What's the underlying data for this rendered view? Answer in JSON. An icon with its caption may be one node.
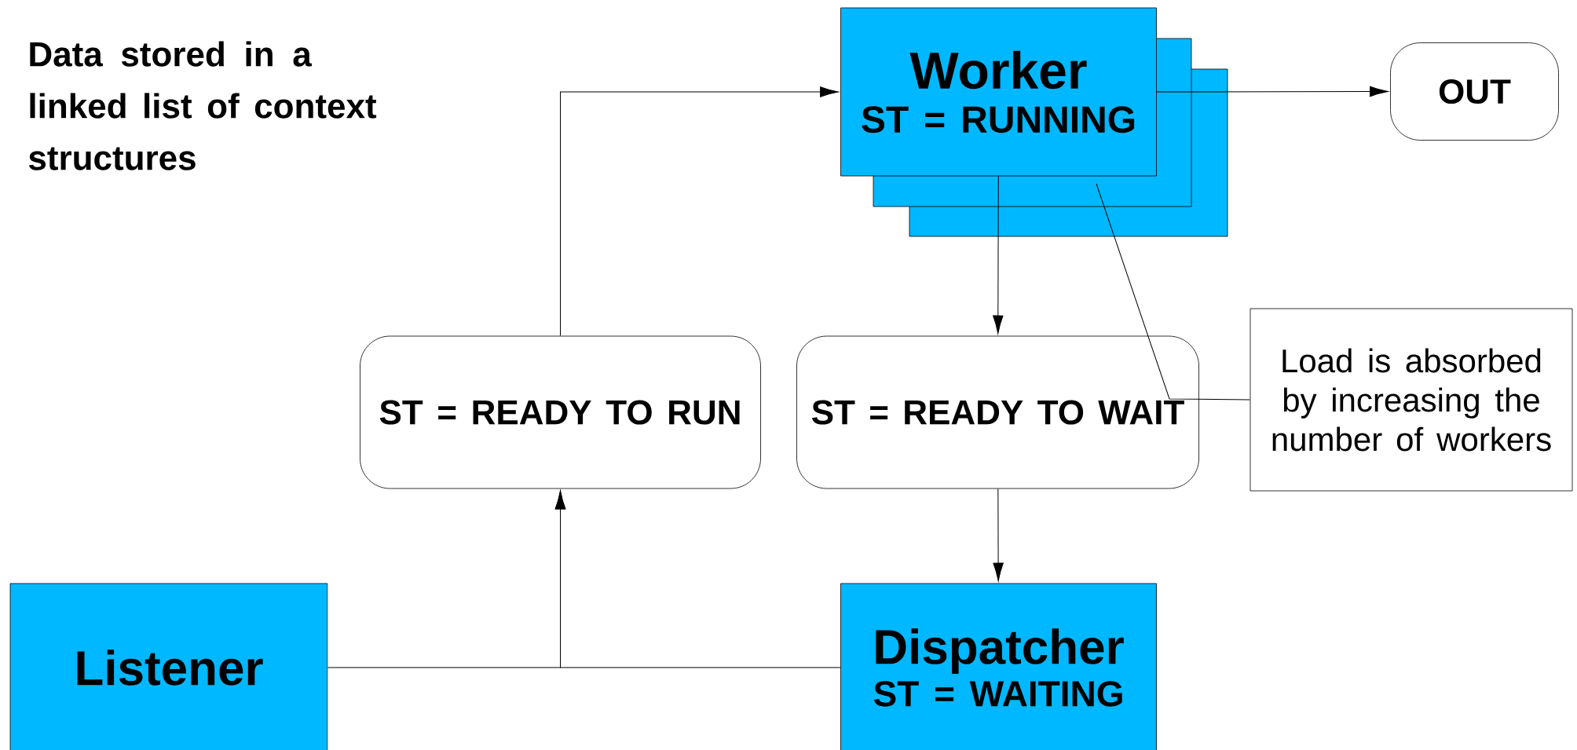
{
  "diagram": {
    "nodes": [
      {
        "text": [
          "Worker",
          "ST = RUNNING"
        ]
      },
      {
        "text": [
          "OUT"
        ]
      },
      {
        "text": [
          "ST = READY TO RUN"
        ]
      },
      {
        "text": [
          "ST = READY TO WAIT"
        ]
      },
      {
        "text": [
          "Load is absorbed by increasing the number of workers"
        ]
      },
      {
        "text": [
          "Listener"
        ]
      },
      {
        "text": [
          "Dispatcher",
          "ST = WAITING"
        ]
      }
    ],
    "edges": [
      {
        "from": 5,
        "to": 2,
        "arrow": "to"
      },
      {
        "from": 6,
        "to": 2,
        "arrow": "to"
      },
      {
        "from": 2,
        "to": 0,
        "arrow": "to"
      },
      {
        "from": 0,
        "to": 1,
        "arrow": "to"
      },
      {
        "from": 0,
        "to": 3,
        "arrow": "to"
      },
      {
        "from": 3,
        "to": 6,
        "arrow": "to"
      },
      {
        "from": 4,
        "to": 0,
        "arrow": "none"
      }
    ],
    "labels": [
      "Data stored in a linked list of context structures"
    ]
  }
}
